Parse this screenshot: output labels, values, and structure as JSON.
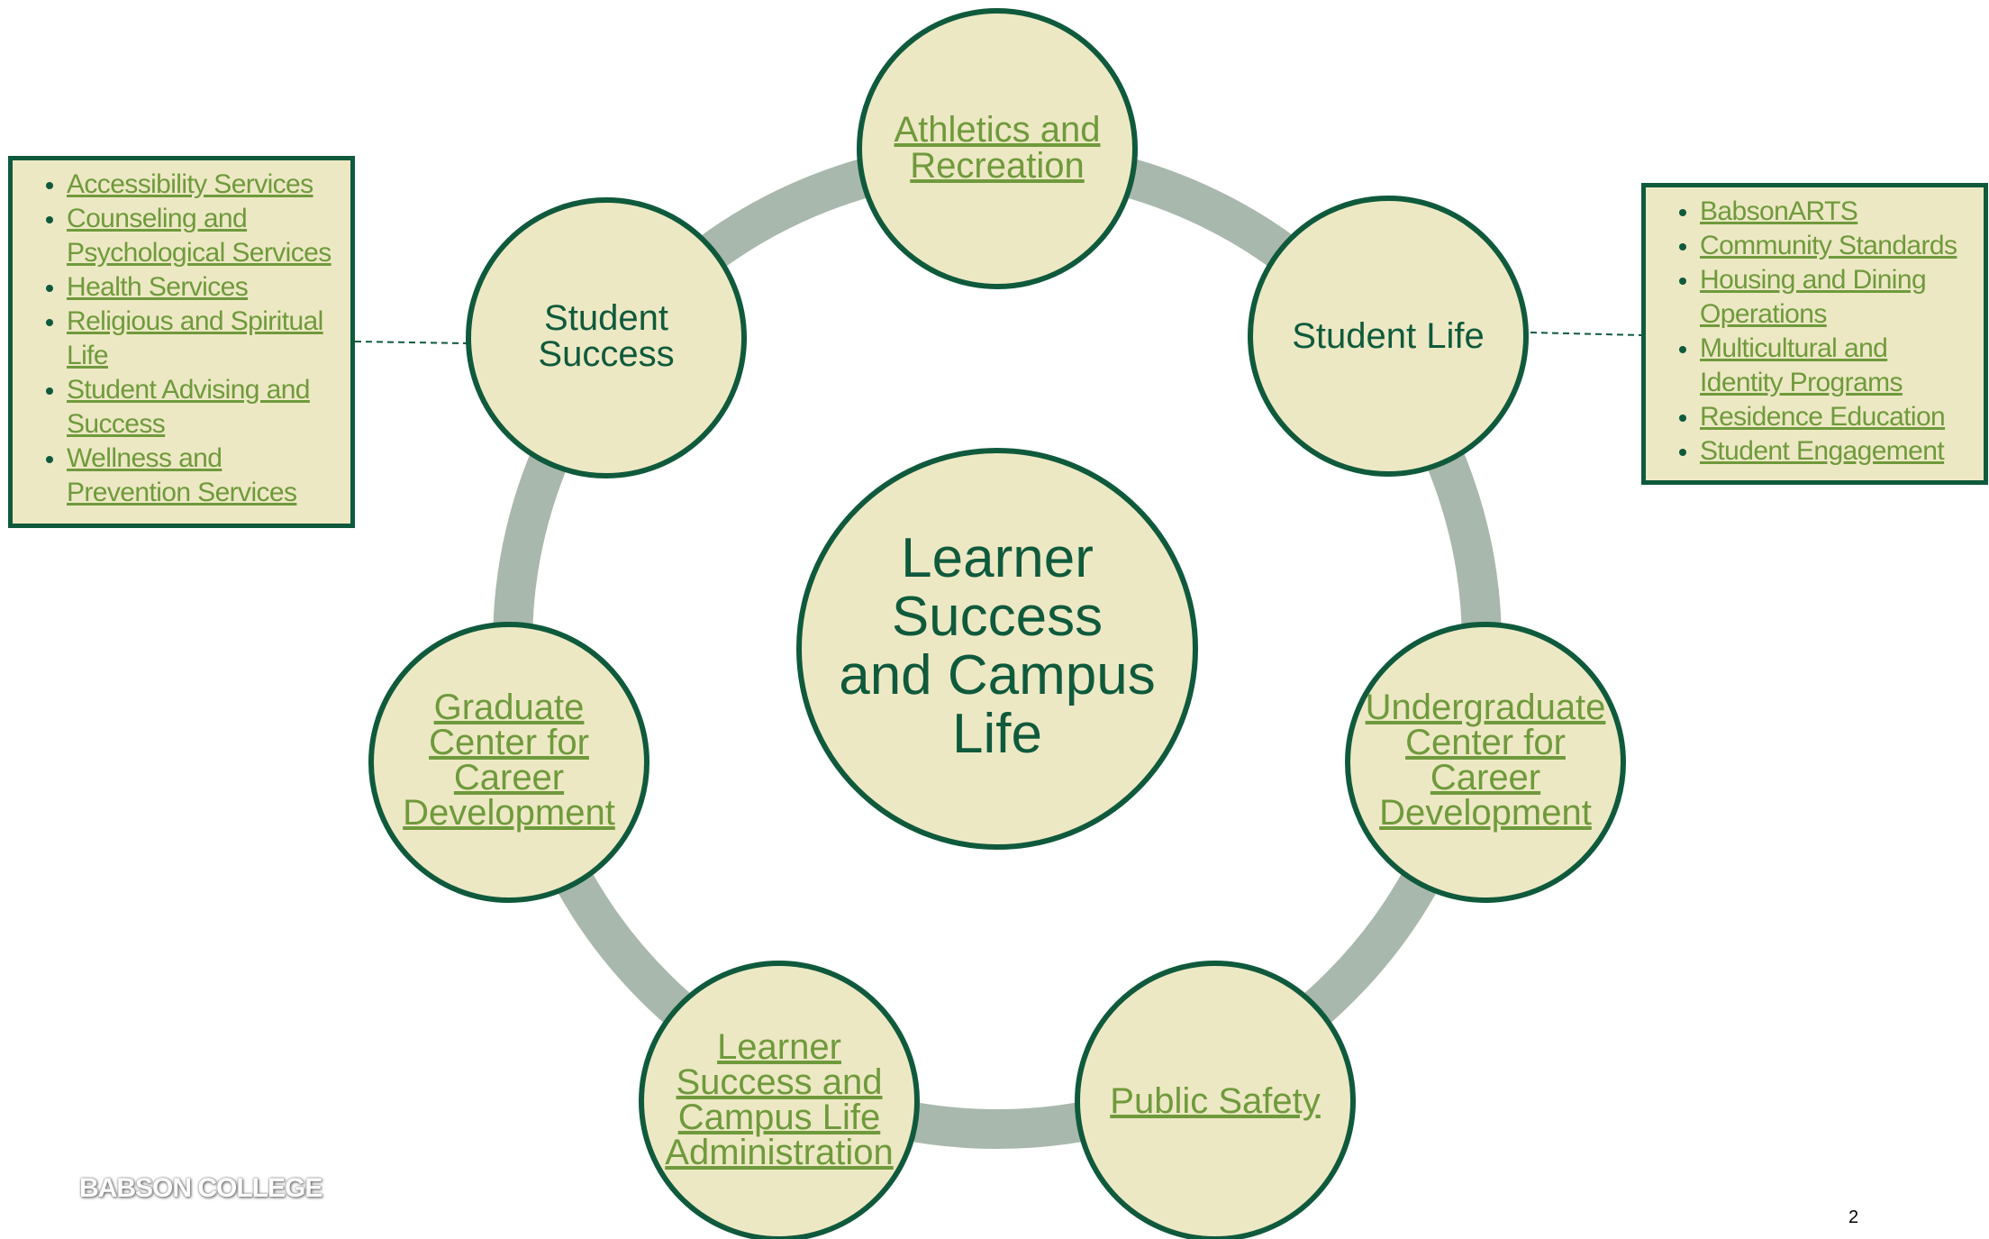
{
  "colors": {
    "ring": "#a9b8ac",
    "node_fill": "#ede8c4",
    "node_stroke": "#0f5a3c",
    "text_dark_green": "#0f5a3c",
    "link_green": "#6f9a3c",
    "connector": "#0f5a3c"
  },
  "center": {
    "lines": [
      "Learner",
      "Success",
      "and Campus",
      "Life"
    ]
  },
  "nodes": [
    {
      "id": "athletics",
      "lines": [
        "Athletics and",
        "Recreation"
      ],
      "link": true
    },
    {
      "id": "student-life",
      "lines": [
        "Student Life"
      ],
      "link": false
    },
    {
      "id": "undergrad-career",
      "lines": [
        "Undergraduate",
        "Center for",
        "Career",
        "Development"
      ],
      "link": true
    },
    {
      "id": "public-safety",
      "lines": [
        "Public Safety"
      ],
      "link": true
    },
    {
      "id": "lscl-admin",
      "lines": [
        "Learner",
        "Success and",
        "Campus Life",
        "Administration"
      ],
      "link": true
    },
    {
      "id": "grad-career",
      "lines": [
        "Graduate",
        "Center for",
        "Career",
        "Development"
      ],
      "link": true
    },
    {
      "id": "student-success",
      "lines": [
        "Student",
        "Success"
      ],
      "link": false
    }
  ],
  "left_list": {
    "items": [
      "Accessibility Services",
      "Counseling and Psychological Services",
      "Health Services",
      "Religious and Spiritual Life",
      "Student Advising and Success",
      "Wellness and Prevention Services"
    ]
  },
  "right_list": {
    "items": [
      "BabsonARTS",
      "Community Standards",
      "Housing and Dining Operations",
      "Multicultural and Identity Programs",
      "Residence Education",
      "Student Engagement"
    ]
  },
  "footer": {
    "logo_text": "BABSON COLLEGE",
    "page_number": "2"
  }
}
